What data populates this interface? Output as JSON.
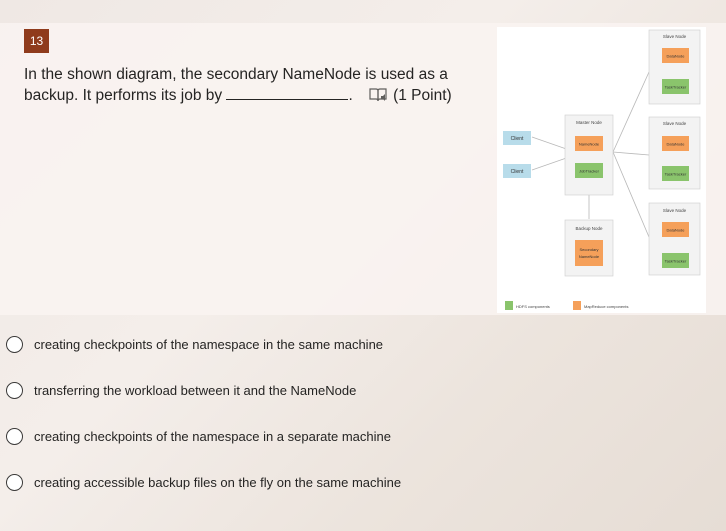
{
  "question": {
    "number": "13",
    "text_before": "In the shown diagram, the secondary NameNode is used as a backup. It performs its job by",
    "text_after": ".",
    "points": "(1 Point)"
  },
  "diagram": {
    "master_title": "Master Node",
    "namenode": "NameNode",
    "jobtracker": "JobTracker",
    "backup_title": "Backup Node",
    "secondary_line1": "Secondary",
    "secondary_line2": "NameNode",
    "client": "Client",
    "slave_title": "Slave Node",
    "datanode": "DataNode",
    "tasktracker": "TaskTracker",
    "legend_hdfs": "HDFS components",
    "legend_mapreduce": "MapReduce components",
    "colors": {
      "hdfs": "#8ac46c",
      "mapreduce": "#f5a05a",
      "client": "#b8dcea"
    }
  },
  "options": [
    {
      "label": "creating checkpoints of the namespace in the same machine"
    },
    {
      "label": "transferring the workload between it and the NameNode"
    },
    {
      "label": "creating checkpoints of the namespace in a separate machine"
    },
    {
      "label": "creating accessible backup files on the fly on the same machine"
    }
  ]
}
